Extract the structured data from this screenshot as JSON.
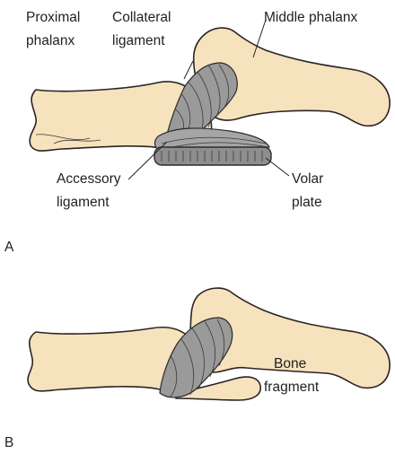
{
  "colors": {
    "bone": "#f6e2bc",
    "bone_outline": "#2b2424",
    "ligament": "#9a9a9a",
    "text": "#231f20"
  },
  "panel_a": {
    "letter": "A",
    "labels": {
      "proximal_phalanx": [
        "Proximal",
        "phalanx"
      ],
      "collateral_ligament": [
        "Collateral",
        "ligament"
      ],
      "middle_phalanx": "Middle phalanx",
      "accessory_ligament": [
        "Accessory",
        "ligament"
      ],
      "volar_plate": [
        "Volar",
        "plate"
      ]
    }
  },
  "panel_b": {
    "letter": "B",
    "labels": {
      "bone_fragment": [
        "Bone",
        "fragment"
      ]
    }
  }
}
